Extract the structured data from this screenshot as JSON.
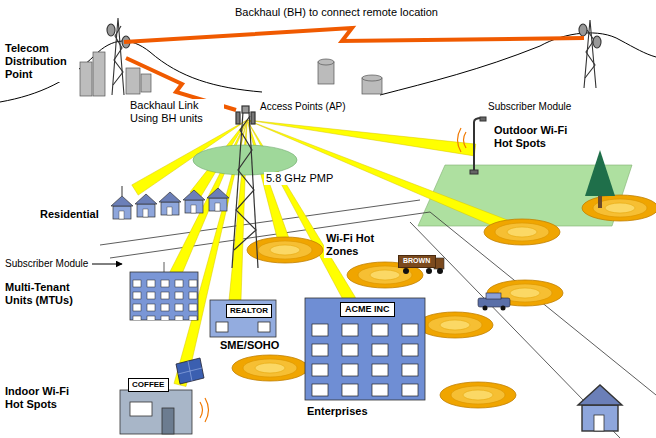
{
  "diagram": {
    "nodes": [
      {
        "text": [
          "BROWN"
        ]
      },
      {
        "text": [
          "REALTOR"
        ]
      },
      {
        "text": [
          "ACME INC"
        ]
      },
      {
        "text": [
          "COFFEE"
        ]
      }
    ],
    "labels": [
      "Backhaul (BH) to connect remote location",
      "Telecom Distribution Point",
      "Backhaul Link Using BH units",
      "Access Points (AP)",
      "Subscriber Module",
      "Outdoor Wi-Fi Hot Spots",
      "5.8 GHz PMP",
      "Residential",
      "Wi-Fi Hot Zones",
      "Subscriber Module",
      "Multi-Tenant Units (MTUs)",
      "SME/SOHO",
      "Indoor Wi-Fi Hot Spots",
      "Enterprises"
    ]
  }
}
